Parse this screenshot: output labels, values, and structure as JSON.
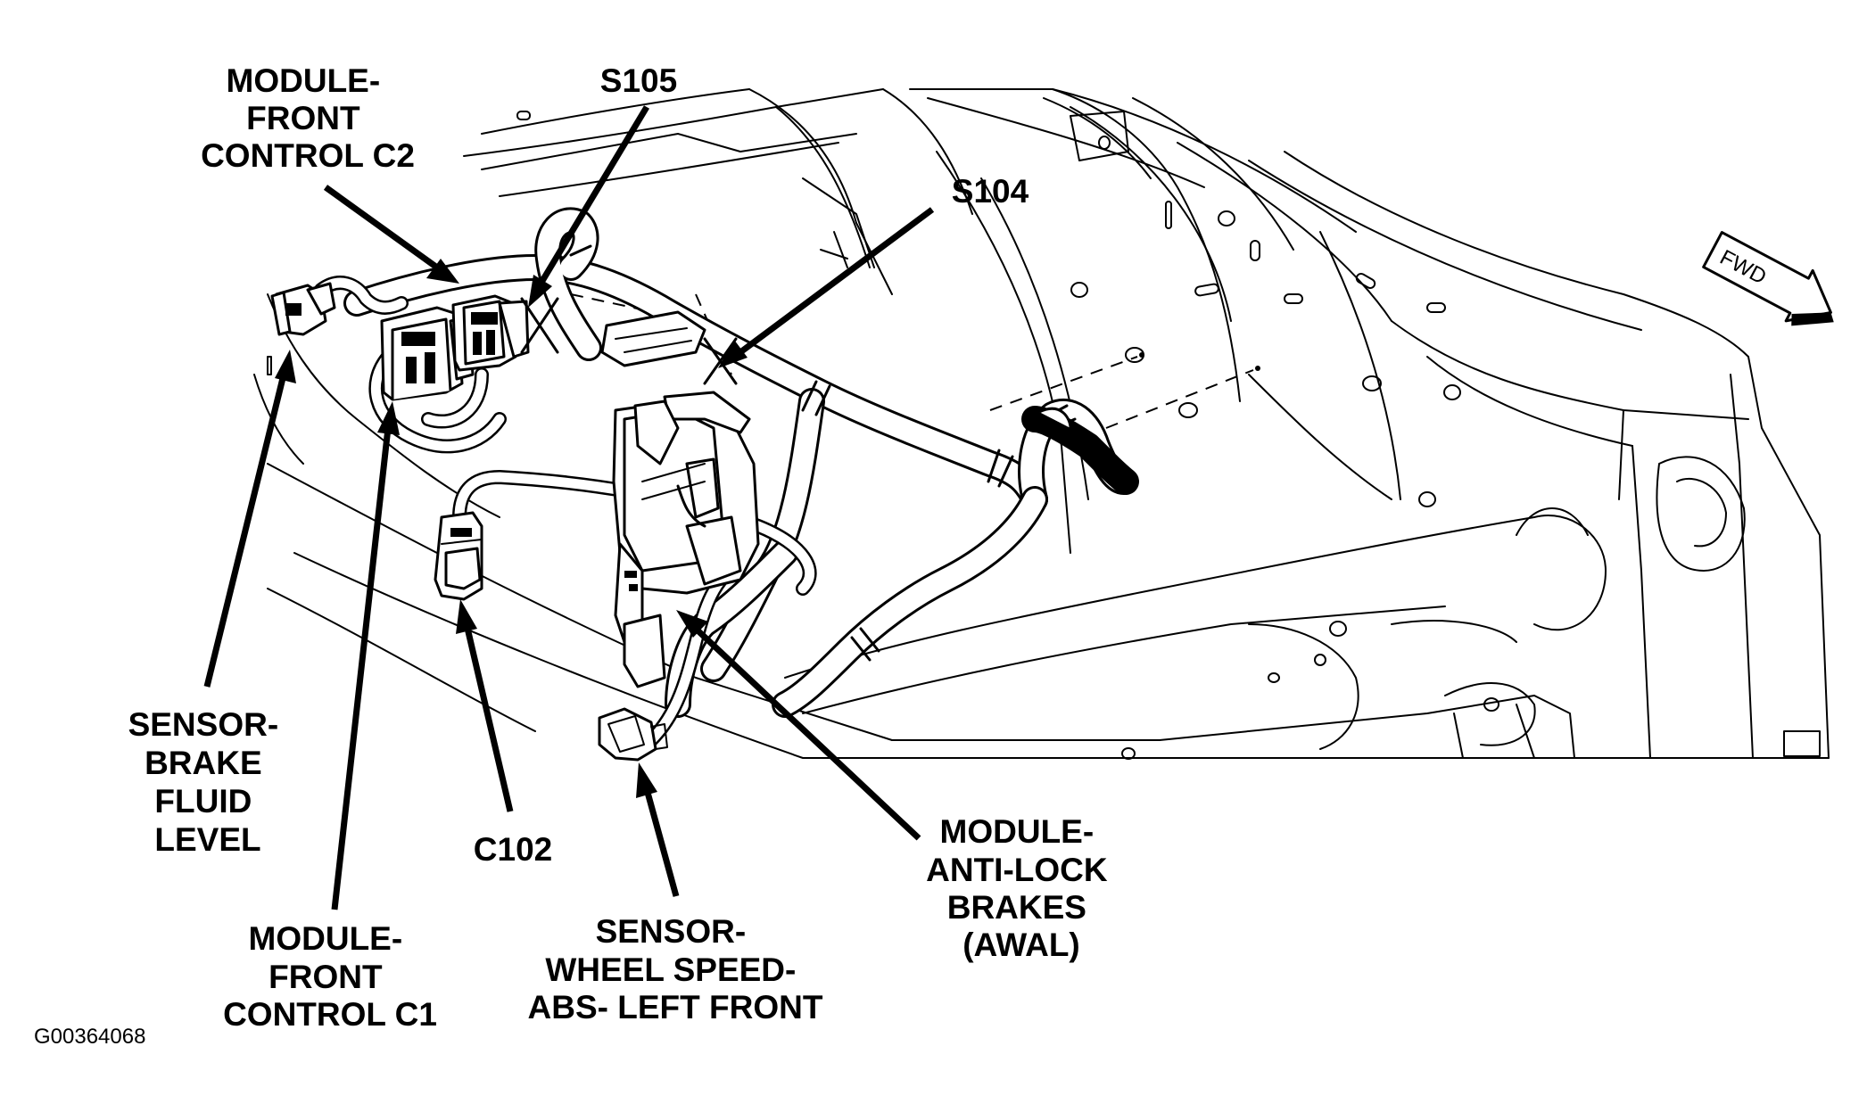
{
  "labels": {
    "fcm_c2": [
      "MODULE-",
      "FRONT",
      "CONTROL C2"
    ],
    "s105": [
      "S105"
    ],
    "s104": [
      "S104"
    ],
    "brake_fluid": [
      "SENSOR-",
      "BRAKE",
      "FLUID",
      "LEVEL"
    ],
    "c102": [
      "C102"
    ],
    "fcm_c1": [
      "MODULE-",
      "FRONT",
      "CONTROL C1"
    ],
    "wheel_speed": [
      "SENSOR-",
      "WHEEL SPEED-",
      "ABS- LEFT FRONT"
    ],
    "abs_module": [
      "MODULE-",
      "ANTI-LOCK",
      "BRAKES",
      "(AWAL)"
    ]
  },
  "direction_marker": "FWD",
  "figure_id": "G00364068"
}
